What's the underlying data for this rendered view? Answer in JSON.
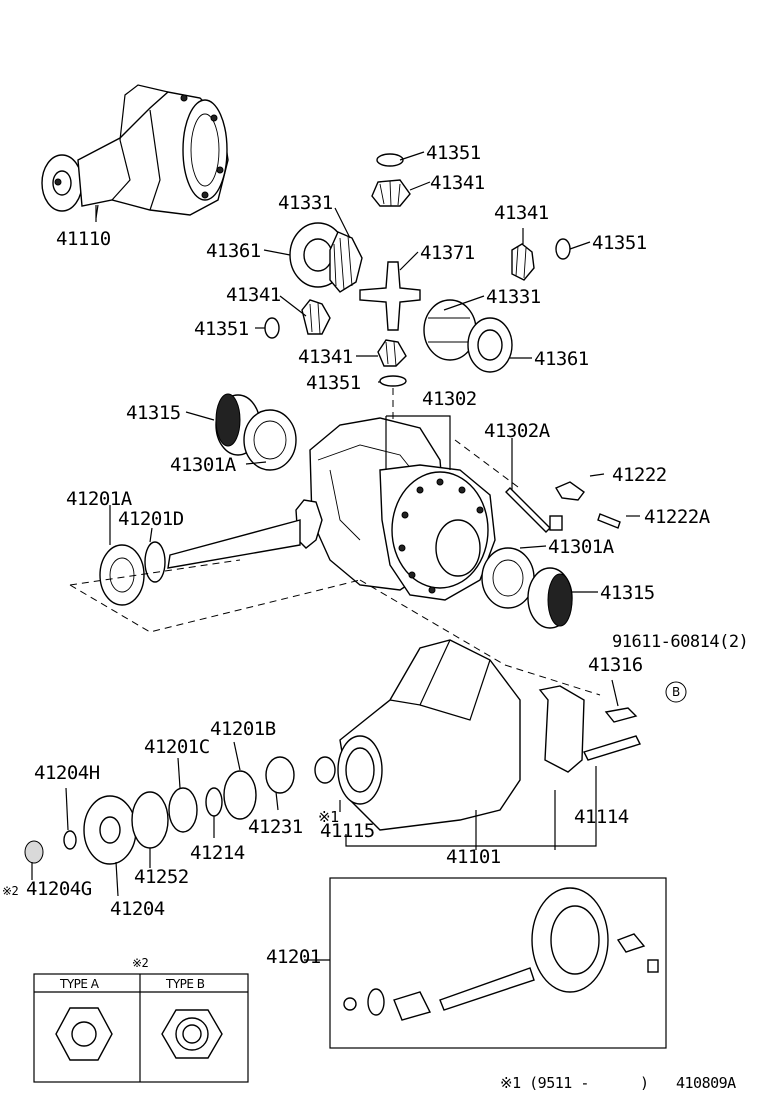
{
  "labels": {
    "p41110": "41110",
    "p41351a": "41351",
    "p41341a": "41341",
    "p41331a": "41331",
    "p41341b": "41341",
    "p41361a": "41361",
    "p41371": "41371",
    "p41351b": "41351",
    "p41341c": "41341",
    "p41331b": "41331",
    "p41351c": "41351",
    "p41341d": "41341",
    "p41361b": "41361",
    "p41351d": "41351",
    "p41302": "41302",
    "p41315a": "41315",
    "p41302A": "41302A",
    "p41301Aa": "41301A",
    "p41222": "41222",
    "p41201A": "41201A",
    "p41201D": "41201D",
    "p41222A": "41222A",
    "p41301Ab": "41301A",
    "p41315b": "41315",
    "p91611": "91611-60814(2)",
    "p41316": "41316",
    "circleB": "B",
    "p41201B": "41201B",
    "p41201C": "41201C",
    "p41204H": "41204H",
    "p41231": "41231",
    "p41115": "41115",
    "mark1": "※1",
    "p41114": "41114",
    "p41214": "41214",
    "p41101": "41101",
    "p41252": "41252",
    "mark2": "※2",
    "p41204G": "41204G",
    "p41204": "41204",
    "p41201": "41201"
  },
  "type_table": {
    "note": "※2",
    "type_a": "TYPE A",
    "type_b": "TYPE B"
  },
  "footer": {
    "note": "※1 (9511 -      )",
    "code": "410809A"
  }
}
